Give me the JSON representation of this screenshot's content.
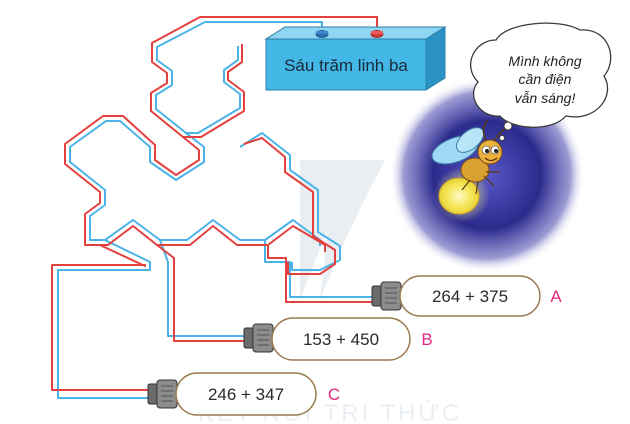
{
  "battery": {
    "label": "Sáu trăm linh ba"
  },
  "speech_bubble": {
    "lines": [
      "Mình không",
      "cần điện",
      "vẫn sáng!"
    ]
  },
  "bulbs": [
    {
      "expression": "264 + 375",
      "letter": "A"
    },
    {
      "expression": "153 + 450",
      "letter": "B"
    },
    {
      "expression": "246 + 347",
      "letter": "C"
    }
  ],
  "watermark": {
    "text": "KẾT NỐI TRI THỨC"
  },
  "colors": {
    "wire_red": "#e2413f",
    "wire_blue": "#4cb3e6",
    "battery_face": "#43b7e6",
    "battery_top": "#8fd6f2",
    "battery_side": "#2a93c4",
    "bulb_outline": "#9a7a4f",
    "letter_magenta": "#e0297f",
    "night_glow": "#2b2a8c"
  }
}
